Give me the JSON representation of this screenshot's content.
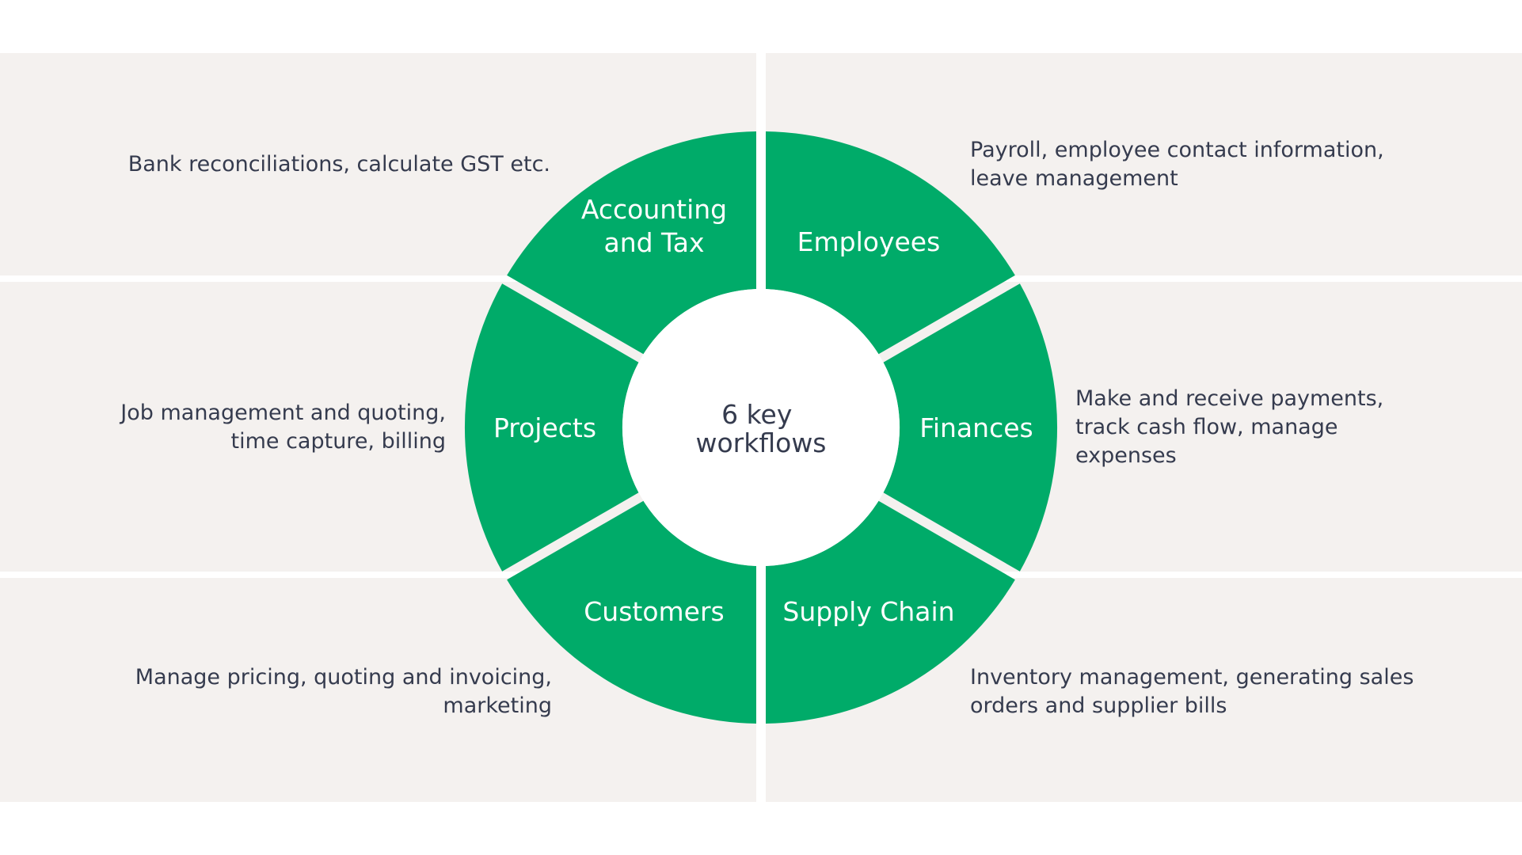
{
  "colors": {
    "segment": "#00ab69",
    "panel": "#f4f1ef",
    "text": "#353b4e",
    "background": "#ffffff"
  },
  "center": {
    "line1": "6 key",
    "line2": "workflows"
  },
  "segments": [
    {
      "name": "accounting-and-tax",
      "label_lines": [
        "Accounting",
        "and Tax"
      ],
      "description_lines": [
        "Bank reconciliations, calculate GST etc."
      ]
    },
    {
      "name": "employees",
      "label_lines": [
        "Employees"
      ],
      "description_lines": [
        "Payroll, employee contact information,",
        "leave management"
      ]
    },
    {
      "name": "finances",
      "label_lines": [
        "Finances"
      ],
      "description_lines": [
        "Make and receive payments,",
        "track cash flow, manage",
        "expenses"
      ]
    },
    {
      "name": "supply-chain",
      "label_lines": [
        "Supply Chain"
      ],
      "description_lines": [
        "Inventory management, generating sales",
        "orders and supplier bills"
      ]
    },
    {
      "name": "customers",
      "label_lines": [
        "Customers"
      ],
      "description_lines": [
        "Manage pricing, quoting and invoicing,",
        "marketing"
      ]
    },
    {
      "name": "projects",
      "label_lines": [
        "Projects"
      ],
      "description_lines": [
        "Job management and quoting,",
        "time capture, billing"
      ]
    }
  ]
}
